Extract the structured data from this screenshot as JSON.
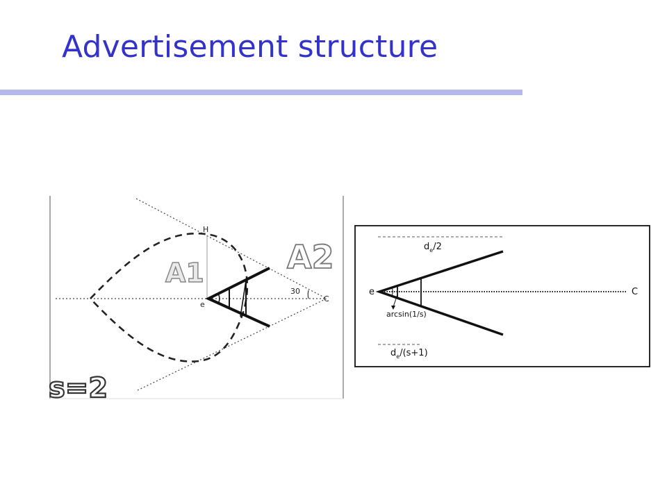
{
  "title": "Advertisement structure",
  "left_figure": {
    "label_H": "H",
    "label_A1": "A1",
    "label_A2": "A2",
    "label_angle": "30",
    "label_e": "e",
    "label_C": "C",
    "label_s": "s=2"
  },
  "right_figure": {
    "label_de": "d",
    "label_de_sub": "e",
    "label_de_tail": "/2",
    "label_e": "e",
    "label_C": "C",
    "label_arcsin": "arcsin(1/s)",
    "label_de2": "d",
    "label_de2_sub": "e",
    "label_de2_tail": "/(s+1)"
  }
}
